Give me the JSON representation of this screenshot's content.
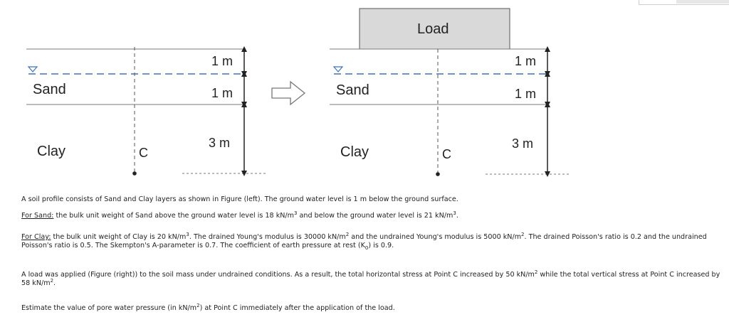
{
  "figure": {
    "left": {
      "sand_label": "Sand",
      "clay_label": "Clay",
      "point_label": "C",
      "dim_top": "1 m",
      "dim_mid": "1 m",
      "dim_bottom": "3 m"
    },
    "right": {
      "load_label": "Load",
      "sand_label": "Sand",
      "clay_label": "Clay",
      "point_label": "C",
      "dim_top": "1 m",
      "dim_mid": "1 m",
      "dim_bottom": "3 m"
    },
    "colors": {
      "water_line": "#3d72b8",
      "load_fill": "#d9d9d9",
      "line": "#7a7a7a",
      "dim": "#222222"
    }
  },
  "problem": {
    "p1": "A soil profile consists of Sand and Clay layers as shown in Figure (left). The ground water level is 1 m below the ground surface.",
    "p2_label": "For Sand:",
    "p2_a": " the bulk unit weight of Sand above the ground water level is 18 kN/m",
    "p2_b": " and below the ground water level is 21 kN/m",
    "p2_c": ".",
    "p3_label": "For Clay:",
    "p3_a": " the bulk unit weight of Clay is 20 kN/m",
    "p3_b": ". The drained Young's modulus is 30000 kN/m",
    "p3_c": " and the undrained Young's modulus is 5000 kN/m",
    "p3_d": ". The drained Poisson's ratio is 0.2 and the undrained Poisson's ratio is 0.5. The Skempton's A-parameter is 0.7. The coefficient of earth pressure at rest (K",
    "p3_sub": "0",
    "p3_e": ") is 0.9.",
    "p4_a": "A load was applied (Figure (right)) to the soil mass under undrained conditions. As a result, the total horizontal stress at Point C increased by 50 kN/m",
    "p4_b": " while the total vertical stress at Point C increased by 58 kN/m",
    "p4_c": ".",
    "p5_a": "Estimate the value of pore water pressure (in kN/m",
    "p5_b": ") at Point C immediately after the application of the load.",
    "sup3": "3",
    "sup2": "2"
  }
}
